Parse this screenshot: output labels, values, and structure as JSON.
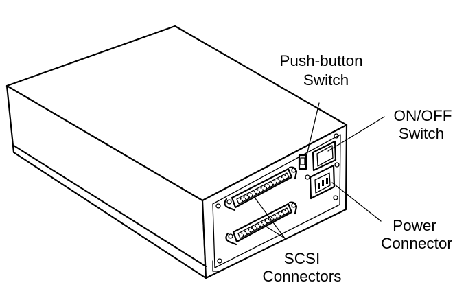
{
  "labels": {
    "push_button_switch": {
      "line1": "Push-button",
      "line2": "Switch"
    },
    "on_off_switch": {
      "line1": "ON/OFF",
      "line2": "Switch"
    },
    "power_connector": {
      "line1": "Power",
      "line2": "Connector"
    },
    "scsi_connectors": {
      "line1": "SCSI",
      "line2": "Connectors"
    }
  }
}
